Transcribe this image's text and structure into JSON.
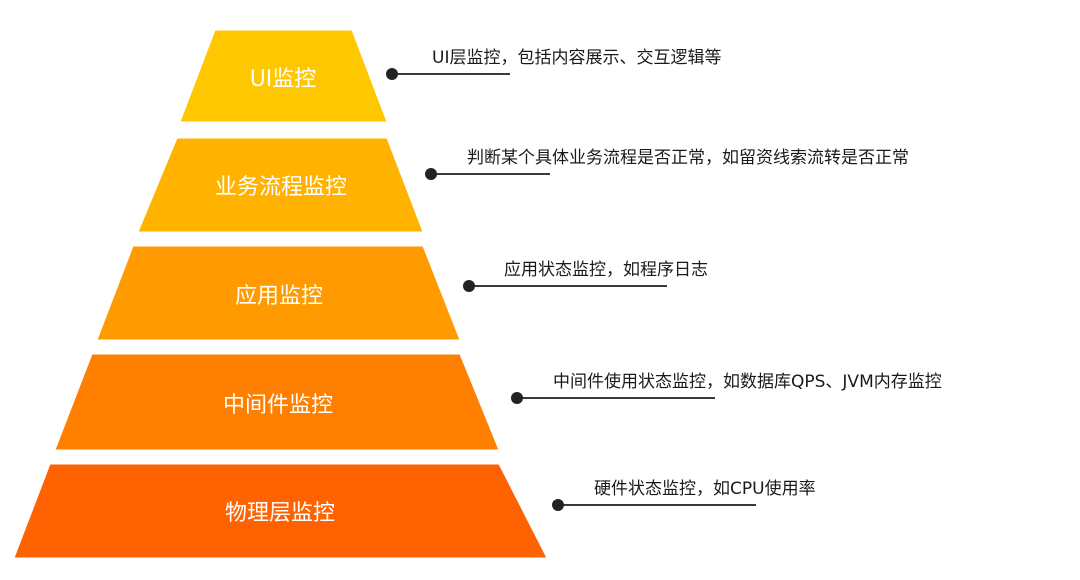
{
  "layers": [
    {
      "label": "UI监控",
      "description": "UI层监控，包括内容展示、交互逻辑等",
      "color": "#FFC700"
    },
    {
      "label": "业务流程监控",
      "description": "判断某个具体业务流程是否正常，如留资线索流转是否正常",
      "color": "#FFB300"
    },
    {
      "label": "应用监控",
      "description": "应用状态监控，如程序日志",
      "color": "#FF9A00"
    },
    {
      "label": "中间件监控",
      "description": "中间件使用状态监控，如数据库QPS、JVM内存监控",
      "color": "#FF7F00"
    },
    {
      "label": "物理层监控",
      "description": "硬件状态监控，如CPU使用率",
      "color": "#FF6200"
    }
  ]
}
